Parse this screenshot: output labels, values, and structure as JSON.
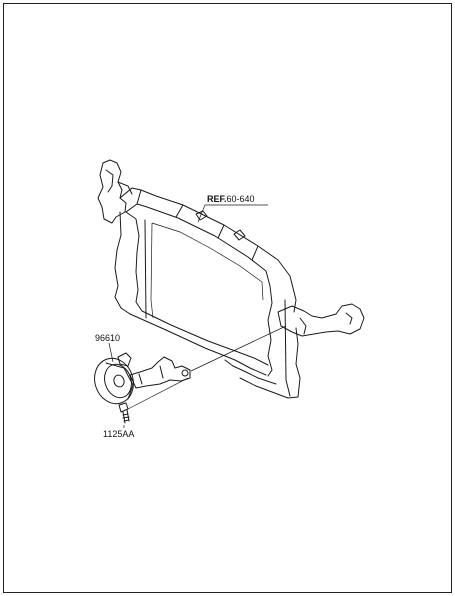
{
  "diagram": {
    "reference": {
      "prefix": "REF.",
      "code": "60-640"
    },
    "parts": [
      {
        "id": "horn",
        "number": "96610"
      },
      {
        "id": "bolt",
        "number": "1125AA"
      }
    ]
  }
}
